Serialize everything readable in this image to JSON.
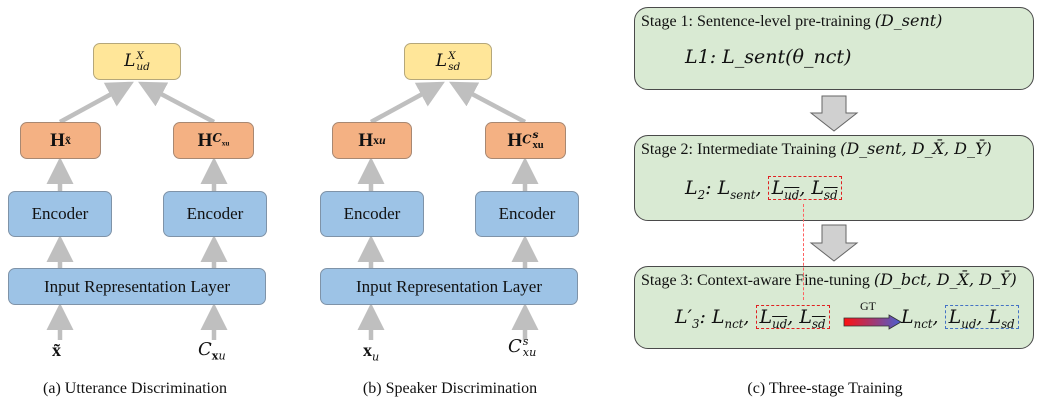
{
  "panels": [
    {
      "id": "a",
      "loss": {
        "base": "L",
        "sup": "X",
        "sub": "ud"
      },
      "hidden": [
        {
          "base": "H",
          "sub": "x̃"
        },
        {
          "base": "H",
          "sub": "C",
          "subsub": "xu"
        }
      ],
      "encoder_label": "Encoder",
      "input_layer_label": "Input Representation Layer",
      "inputs": [
        {
          "base": "x̃",
          "sub": ""
        },
        {
          "base": "C",
          "sub": "x",
          "subsub": "u"
        }
      ],
      "caption": "(a) Utterance Discrimination"
    },
    {
      "id": "b",
      "loss": {
        "base": "L",
        "sup": "X",
        "sub": "sd"
      },
      "hidden": [
        {
          "base": "H",
          "sub": "x",
          "subsub": "u"
        },
        {
          "base": "H",
          "sub": "C",
          "sup": "s",
          "subsub": "xu"
        }
      ],
      "encoder_label": "Encoder",
      "input_layer_label": "Input Representation Layer",
      "inputs": [
        {
          "base": "x",
          "sub": "u"
        },
        {
          "base": "C",
          "sup": "s",
          "sub": "xu"
        }
      ],
      "caption": "(b) Speaker Discrimination"
    }
  ],
  "stages": [
    {
      "title": "Stage 1: Sentence-level pre-training",
      "datasets": "(D_sent)",
      "loss": "L1: L_sent(θ_nct)"
    },
    {
      "title": "Stage 2: Intermediate Training",
      "datasets": "(D_sent, D_X̄, D_Ȳ)",
      "loss": "L2: L_sent, [L_ud̄, L_sd̄]"
    },
    {
      "title": "Stage 3: Context-aware Fine-tuning",
      "datasets": "(D_bct, D_X̄, D_Ȳ)",
      "loss": "L'3: L_nct, [L_ud̄, L_sd̄] —GT→ L_nct, [L_ud, L_sd]",
      "transition_label": "GT"
    }
  ],
  "caption_c": "(c) Three-stage Training",
  "colors": {
    "loss_box": "#ffe699",
    "hidden_box": "#f4b183",
    "encoder_box": "#9dc3e6",
    "stage_box": "#d9ead3",
    "arrow": "#bfbfbf",
    "red_dash": "#e02020",
    "blue_dash": "#4472c4"
  }
}
